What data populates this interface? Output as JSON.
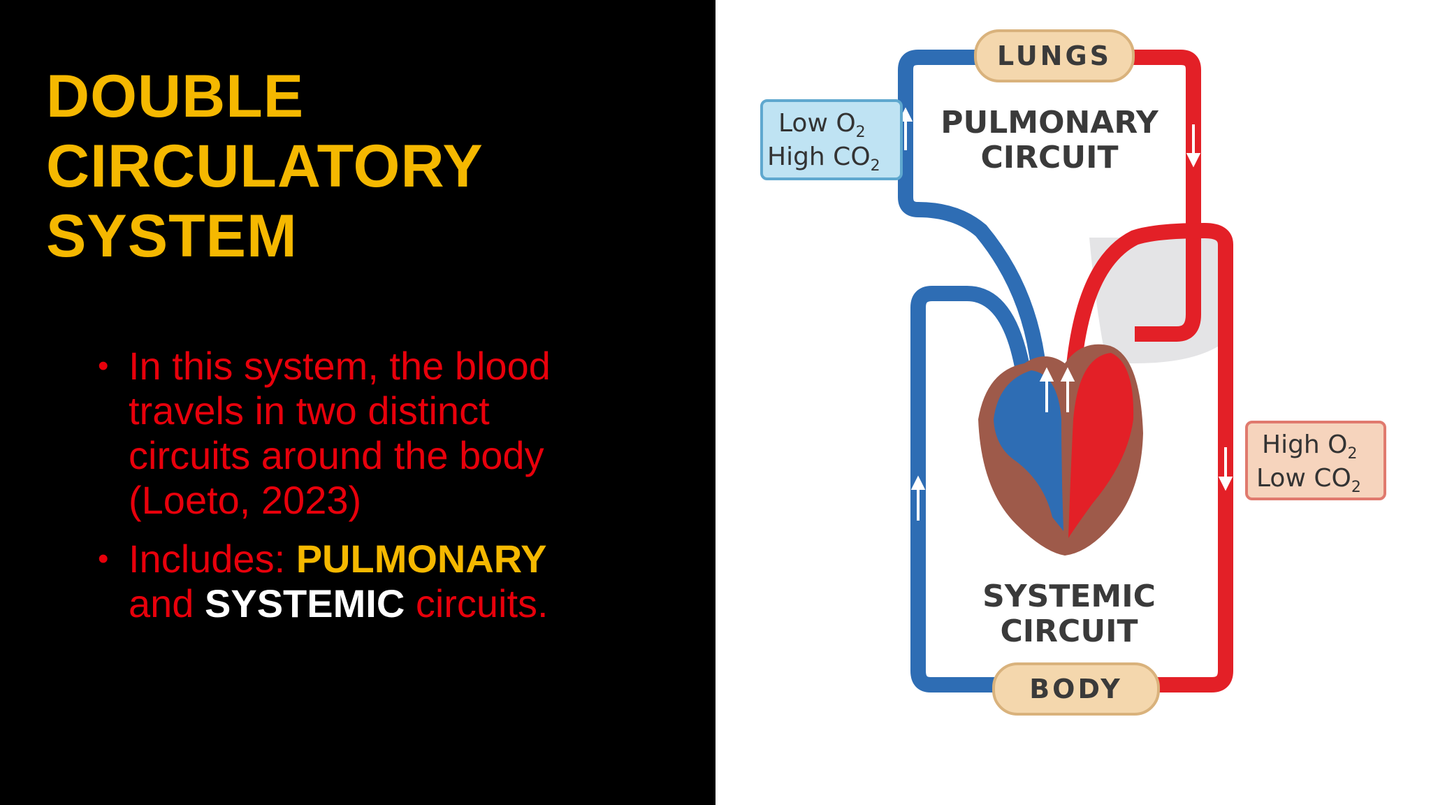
{
  "slide": {
    "title_lines": [
      "DOUBLE",
      "CIRCULATORY",
      "SYSTEM"
    ],
    "bullets": [
      {
        "line1": "In this system, the blood",
        "line2": "travels in two distinct",
        "line3": "circuits around the body",
        "line4": "(Loeto, 2023)"
      },
      {
        "prefix": "Includes: ",
        "pulmonary": "PULMONARY",
        "and": "and ",
        "systemic": "SYSTEMIC",
        "suffix": " circuits."
      }
    ]
  },
  "diagram": {
    "lungs": "LUNGS",
    "body": "BODY",
    "pulmonary_line1": "PULMONARY",
    "pulmonary_line2": "CIRCUIT",
    "systemic_line1": "SYSTEMIC",
    "systemic_line2": "CIRCUIT",
    "deoxy_box": {
      "line1_a": "Low O",
      "line1_sub": "2",
      "line2_a": "High CO",
      "line2_sub": "2"
    },
    "oxy_box": {
      "line1_a": "High O",
      "line1_sub": "2",
      "line2_a": "Low CO",
      "line2_sub": "2"
    }
  },
  "colors": {
    "title": "#f5b800",
    "bullet_text": "#e8000b",
    "highlight_pulmonary": "#f5b800",
    "highlight_systemic": "#ffffff",
    "deoxygenated": "#2e6db4",
    "oxygenated": "#e32027",
    "heart_muscle": "#9e5a4a",
    "organ_box": "#f4d7ad",
    "deoxy_box": "#bfe3f3",
    "oxy_box": "#f6d4bd"
  }
}
